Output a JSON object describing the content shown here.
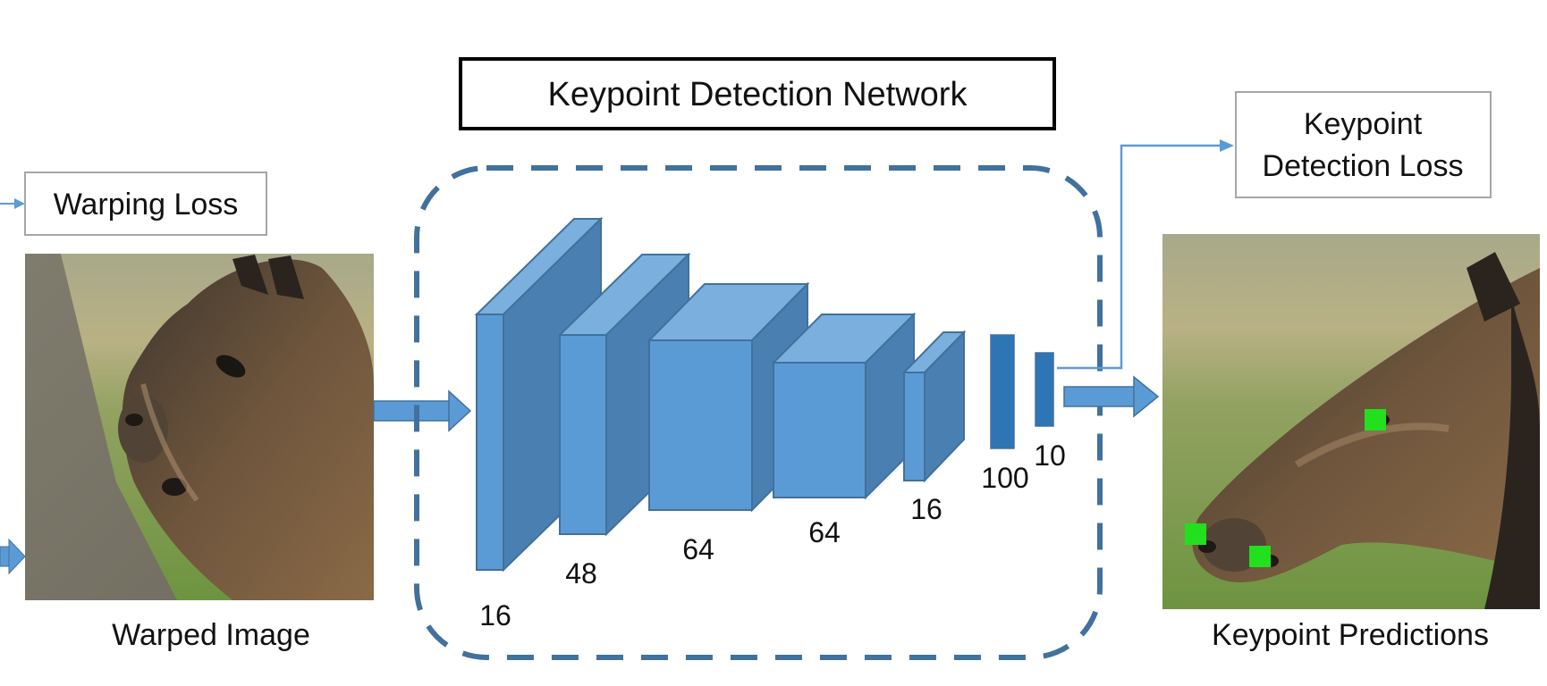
{
  "header": {
    "title": "Keypoint Detection Network"
  },
  "warping_loss": {
    "label": "Warping Loss"
  },
  "keypoint_loss": {
    "label_line1": "Keypoint",
    "label_line2": "Detection Loss"
  },
  "warped_image": {
    "caption": "Warped Image"
  },
  "predictions": {
    "caption": "Keypoint Predictions",
    "keypoint_marker_color": "#22e01e"
  },
  "network": {
    "layers": [
      {
        "label": "16"
      },
      {
        "label": "48"
      },
      {
        "label": "64"
      },
      {
        "label": "64"
      },
      {
        "label": "16"
      },
      {
        "label": "100"
      },
      {
        "label": "10"
      }
    ]
  },
  "colors": {
    "block_front": "#5b9bd5",
    "block_top": "#7bafde",
    "block_side": "#4a7fb2",
    "block_edge": "#41719c",
    "dashed_border": "#41719c",
    "arrow": "#5b9bd5"
  }
}
